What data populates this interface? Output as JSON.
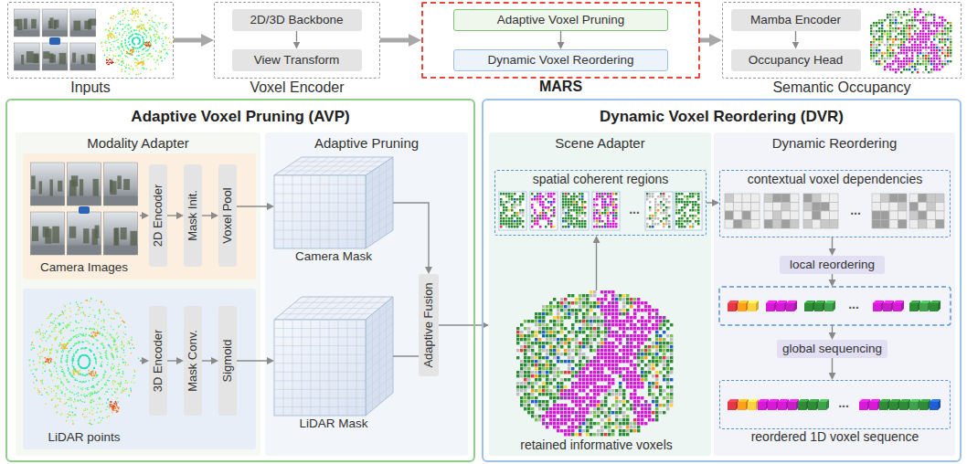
{
  "diagram": {
    "nodes": [
      {
        "text": [
          "Inputs"
        ]
      },
      {
        "text": [
          "Voxel Encoder"
        ]
      },
      {
        "text": [
          "2D/3D Backbone"
        ],
        "in": 1
      },
      {
        "text": [
          "View Transform"
        ],
        "in": 1
      },
      {
        "text": [
          "MARS"
        ]
      },
      {
        "text": [
          "Adaptive Voxel Pruning"
        ],
        "in": 4
      },
      {
        "text": [
          "Dynamic Voxel Reordering"
        ],
        "in": 4
      },
      {
        "text": [
          "Semantic Occupancy"
        ]
      },
      {
        "text": [
          "Mamba Encoder"
        ],
        "in": 7
      },
      {
        "text": [
          "Occupancy Head"
        ],
        "in": 7
      },
      {
        "text": [
          "Adaptive Voxel Pruning (AVP)"
        ]
      },
      {
        "text": [
          "Modality Adapter"
        ],
        "in": 10
      },
      {
        "text": [
          "Camera Images"
        ],
        "in": 11
      },
      {
        "text": [
          "2D Encoder"
        ],
        "in": 12
      },
      {
        "text": [
          "Mask Init."
        ],
        "in": 12
      },
      {
        "text": [
          "Voxel Pool"
        ],
        "in": 12
      },
      {
        "text": [
          "LiDAR points"
        ],
        "in": 11
      },
      {
        "text": [
          "3D Encoder"
        ],
        "in": 16
      },
      {
        "text": [
          "Mask Conv."
        ],
        "in": 16
      },
      {
        "text": [
          "Sigmoid"
        ],
        "in": 16
      },
      {
        "text": [
          "Adaptive Pruning"
        ],
        "in": 10
      },
      {
        "text": [
          "Camera Mask"
        ],
        "in": 20
      },
      {
        "text": [
          "LiDAR Mask"
        ],
        "in": 20
      },
      {
        "text": [
          "Adaptive Fusion"
        ],
        "in": 20
      },
      {
        "text": [
          "Dynamic Voxel Reordering (DVR)"
        ]
      },
      {
        "text": [
          "Scene Adapter"
        ],
        "in": 24
      },
      {
        "text": [
          "spatial coherent regions"
        ],
        "in": 25
      },
      {
        "text": [
          "retained informative voxels"
        ],
        "in": 25
      },
      {
        "text": [
          "Dynamic Reordering"
        ],
        "in": 24
      },
      {
        "text": [
          "contextual voxel dependencies"
        ],
        "in": 28
      },
      {
        "text": [
          "local reordering"
        ],
        "in": 28
      },
      {
        "text": [
          "global sequencing"
        ],
        "in": 28
      },
      {
        "text": [
          "reordered 1D voxel sequence"
        ],
        "in": 28
      }
    ],
    "edges": [
      {
        "from": 0,
        "to": 1,
        "arrow": "to"
      },
      {
        "from": 1,
        "to": 4,
        "arrow": "to"
      },
      {
        "from": 4,
        "to": 7,
        "arrow": "to"
      },
      {
        "from": 2,
        "to": 3,
        "arrow": "to"
      },
      {
        "from": 5,
        "to": 6,
        "arrow": "to"
      },
      {
        "from": 8,
        "to": 9,
        "arrow": "to"
      },
      {
        "from": 13,
        "to": 14,
        "arrow": "to"
      },
      {
        "from": 14,
        "to": 15,
        "arrow": "to"
      },
      {
        "from": 15,
        "to": 21,
        "arrow": "to"
      },
      {
        "from": 17,
        "to": 18,
        "arrow": "to"
      },
      {
        "from": 18,
        "to": 19,
        "arrow": "to"
      },
      {
        "from": 19,
        "to": 22,
        "arrow": "to"
      },
      {
        "from": 21,
        "to": 23,
        "arrow": "to"
      },
      {
        "from": 22,
        "to": 23,
        "arrow": "to"
      },
      {
        "from": 23,
        "to": 25,
        "arrow": "to"
      },
      {
        "from": 27,
        "to": 26,
        "arrow": "to"
      },
      {
        "from": 26,
        "to": 29,
        "arrow": "to"
      },
      {
        "from": 29,
        "to": 30,
        "arrow": "to"
      },
      {
        "from": 30,
        "to": 31,
        "arrow": "to"
      },
      {
        "from": 31,
        "to": 32,
        "arrow": "to"
      }
    ],
    "labels": [
      "...",
      "...",
      "...",
      "..."
    ]
  }
}
